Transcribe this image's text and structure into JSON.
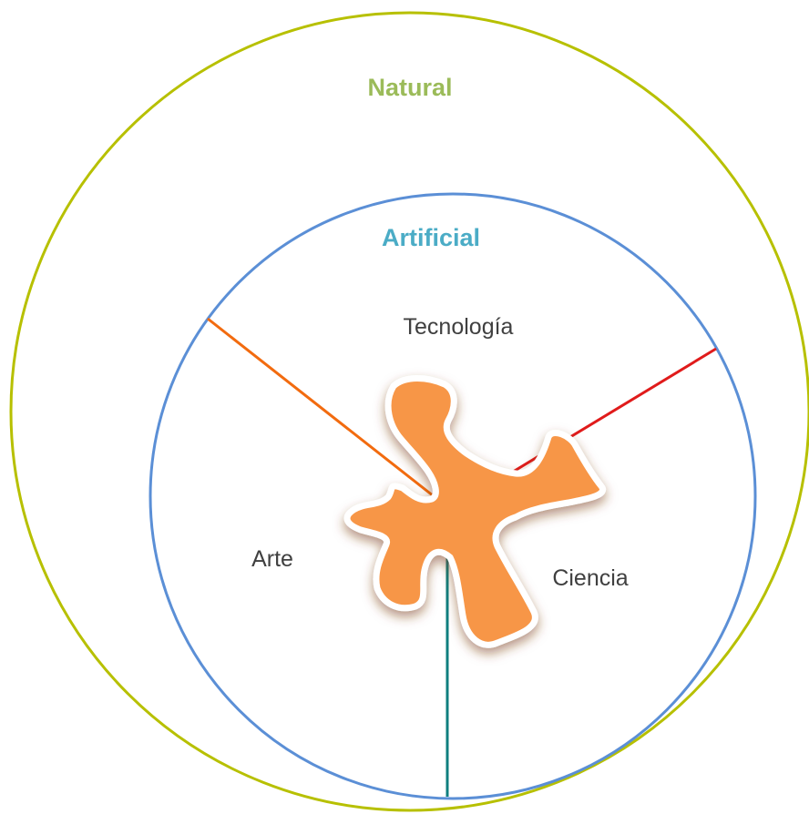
{
  "labels": {
    "outer": "Natural",
    "inner": "Artificial",
    "top": "Tecnología",
    "left": "Arte",
    "right": "Ciencia"
  },
  "colors": {
    "outer_circle": "#b7c000",
    "outer_label": "#9bbb59",
    "inner_circle": "#5b8fd6",
    "inner_label": "#4bacc6",
    "divider_arte_tecnologia": "#f26b0f",
    "divider_tecnologia_ciencia": "#e01b1b",
    "divider_ciencia_arte": "#0f7f7f",
    "center_shape_fill": "#f79646",
    "center_shape_outline": "#ffffff"
  },
  "center_shape_icon": "puzzle-piece-figure"
}
